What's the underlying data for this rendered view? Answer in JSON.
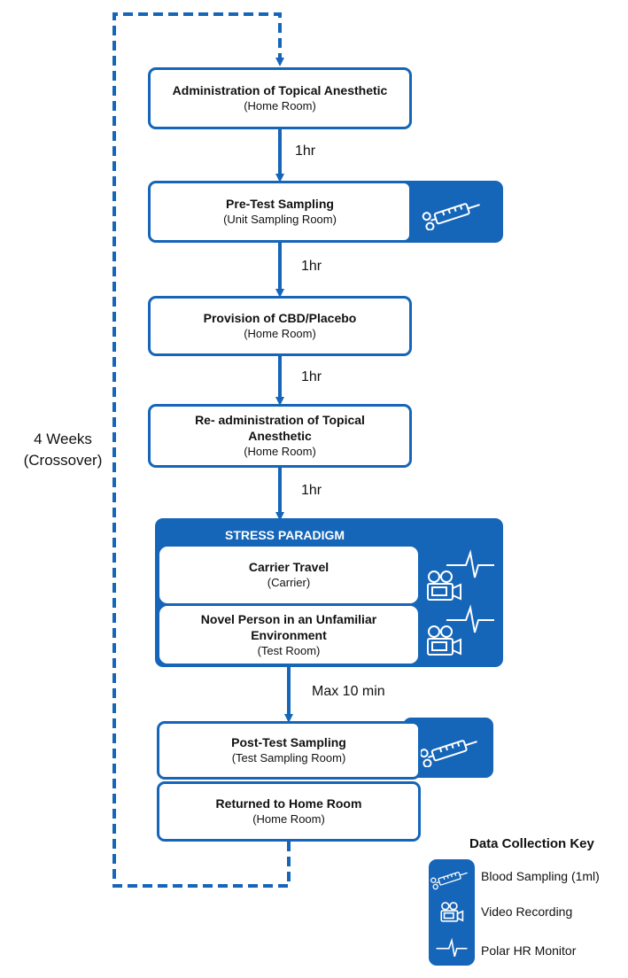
{
  "steps": {
    "admin_topical": {
      "title": "Administration of Topical Anesthetic",
      "location": "(Home Room)"
    },
    "pretest": {
      "title": "Pre-Test Sampling",
      "location": "(Unit Sampling Room)"
    },
    "cbd": {
      "title": "Provision of CBD/Placebo",
      "location": "(Home Room)"
    },
    "readmin": {
      "title_line1": "Re- administration of Topical",
      "title_line2": "Anesthetic",
      "location": "(Home Room)"
    },
    "stress": {
      "title": "STRESS PARADIGM",
      "carrier": {
        "title": "Carrier Travel",
        "location": "(Carrier)"
      },
      "novel": {
        "title_line1": "Novel Person in an Unfamiliar",
        "title_line2": "Environment",
        "location": "(Test Room)"
      }
    },
    "posttest": {
      "title": "Post-Test Sampling",
      "location": "(Test Sampling Room)"
    },
    "returned": {
      "title": "Returned to Home Room",
      "location": "(Home Room)"
    }
  },
  "intervals": [
    "1hr",
    "1hr",
    "1hr",
    "1hr",
    "Max 10 min"
  ],
  "loop_label": {
    "line1": "4 Weeks",
    "line2": "(Crossover)"
  },
  "key": {
    "title": "Data Collection Key",
    "items": [
      {
        "icon": "syringe-icon",
        "label": "Blood Sampling (1ml)"
      },
      {
        "icon": "video-camera-icon",
        "label": "Video Recording"
      },
      {
        "icon": "heart-rate-icon",
        "label": "Polar HR Monitor"
      }
    ]
  },
  "colors": {
    "accent": "#1565b8",
    "background": "#ffffff",
    "text": "#111111"
  }
}
